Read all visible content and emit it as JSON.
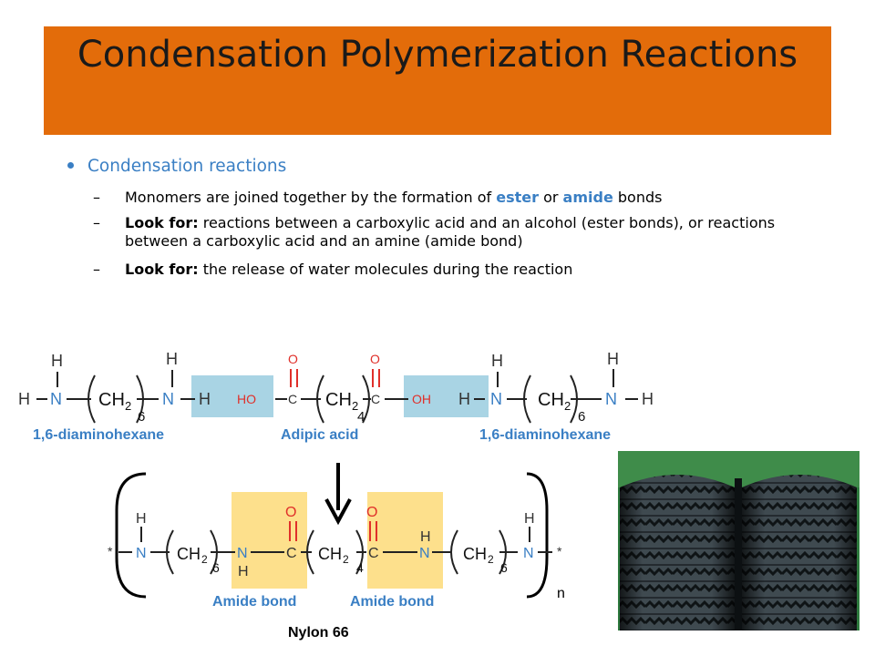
{
  "slide": {
    "title": "Condensation Polymerization Reactions",
    "bullet": "Condensation reactions",
    "sub1": {
      "pre": "Monomers are joined together by the formation of ",
      "ester": "ester",
      "mid": " or ",
      "amide": "amide",
      "post": " bonds"
    },
    "sub2": {
      "bold": "Look for:",
      "text": "  reactions between a carboxylic acid and an alcohol (ester bonds), or reactions between a carboxylic acid and an amine (amide bond)"
    },
    "sub3": {
      "bold": "Look for:",
      "text": "  the release of water molecules during the reaction"
    }
  },
  "diagram": {
    "monomer_labels": [
      "1,6-diaminohexane",
      "Adipic acid",
      "1,6-diaminohexane"
    ],
    "bond_labels": [
      "Amide bond",
      "Amide bond"
    ],
    "polymer_label": "Nylon 66",
    "repeat_subscript": "n",
    "atoms": {
      "H": "H",
      "N": "N",
      "C": "C",
      "O": "O",
      "HO": "HO",
      "OH": "OH",
      "CH": "CH",
      "sub2": "2",
      "six": "6",
      "four": "4",
      "star": "*"
    }
  },
  "colors": {
    "title_bar": "#e36c0a",
    "accent_blue": "#3a7fc4",
    "ho_box": "#a9d4e4",
    "amide_box": "#fde08c",
    "oxygen_red": "#e0302a",
    "nitrogen_blue": "#3a7fc4"
  },
  "photo": {
    "icon": "tire-photo"
  }
}
